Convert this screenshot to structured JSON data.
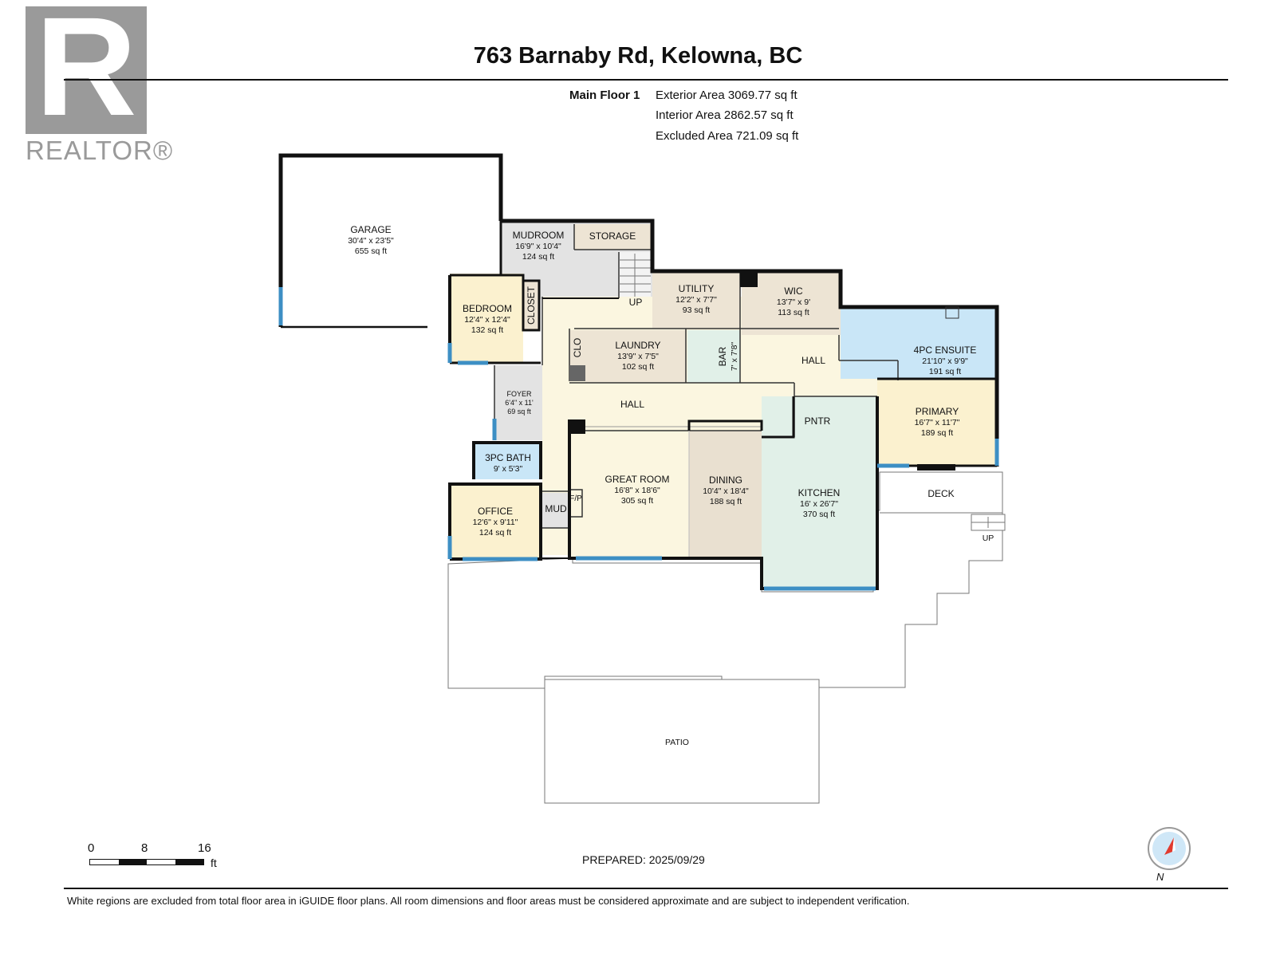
{
  "header": {
    "logo_letter": "R",
    "logo_word": "REALTOR®",
    "title": "763 Barnaby Rd, Kelowna, BC"
  },
  "summary": {
    "floor": "Main Floor 1",
    "exterior_area": "Exterior Area 3069.77 sq ft",
    "interior_area": "Interior Area 2862.57 sq ft",
    "excluded_area": "Excluded Area 721.09 sq ft"
  },
  "rooms": {
    "garage": {
      "name": "GARAGE",
      "dims": "30'4\" x 23'5\"",
      "area": "655 sq ft"
    },
    "mudroom": {
      "name": "MUDROOM",
      "dims": "16'9\" x 10'4\"",
      "area": "124 sq ft"
    },
    "storage": {
      "name": "STORAGE"
    },
    "bedroom": {
      "name": "BEDROOM",
      "dims": "12'4\" x 12'4\"",
      "area": "132 sq ft"
    },
    "closet": {
      "name": "CLOSET"
    },
    "up1": {
      "name": "UP"
    },
    "utility": {
      "name": "UTILITY",
      "dims": "12'2\" x 7'7\"",
      "area": "93 sq ft"
    },
    "wic": {
      "name": "WIC",
      "dims": "13'7\" x 9'",
      "area": "113 sq ft"
    },
    "clo": {
      "name": "CLO"
    },
    "laundry": {
      "name": "LAUNDRY",
      "dims": "13'9\" x 7'5\"",
      "area": "102 sq ft"
    },
    "bar": {
      "name": "BAR",
      "dims": "7' x 7'8\""
    },
    "hall_upper": {
      "name": "HALL"
    },
    "ensuite": {
      "name": "4PC ENSUITE",
      "dims": "21'10\" x 9'9\"",
      "area": "191 sq ft"
    },
    "foyer": {
      "name": "FOYER",
      "dims": "6'4\" x 11'",
      "area": "69 sq ft"
    },
    "hall_main": {
      "name": "HALL"
    },
    "pantry": {
      "name": "PNTR"
    },
    "primary": {
      "name": "PRIMARY",
      "dims": "16'7\" x 11'7\"",
      "area": "189 sq ft"
    },
    "bath3": {
      "name": "3PC BATH",
      "dims": "9' x 5'3\""
    },
    "great_room": {
      "name": "GREAT ROOM",
      "dims": "16'8\" x 18'6\"",
      "area": "305 sq ft"
    },
    "dining": {
      "name": "DINING",
      "dims": "10'4\" x 18'4\"",
      "area": "188 sq ft"
    },
    "kitchen": {
      "name": "KITCHEN",
      "dims": "16' x 26'7\"",
      "area": "370 sq ft"
    },
    "fp": {
      "name": "F/P"
    },
    "mud": {
      "name": "MUD"
    },
    "office": {
      "name": "OFFICE",
      "dims": "12'6\" x 9'11\"",
      "area": "124 sq ft"
    },
    "deck": {
      "name": "DECK"
    },
    "up2": {
      "name": "UP"
    },
    "patio": {
      "name": "PATIO"
    }
  },
  "scale": {
    "t0": "0",
    "t8": "8",
    "t16": "16",
    "unit": "ft"
  },
  "compass": {
    "north": "N"
  },
  "footer": {
    "prepared": "PREPARED: 2025/09/29",
    "disclaimer": "White regions are excluded from total floor area in iGUIDE floor plans. All room dimensions and floor areas must be considered approximate and are subject to independent verification."
  },
  "colors": {
    "wall": "#111111",
    "window": "#3d8fc4",
    "gray_room": "#e3e3e3",
    "cream_room": "#fbf6e0",
    "yellow_room": "#fbf1cf",
    "tan_room": "#ede4d4",
    "green_room": "#e1f0e8",
    "blue_room": "#c9e6f7",
    "dining_room": "#e9e0d0"
  }
}
